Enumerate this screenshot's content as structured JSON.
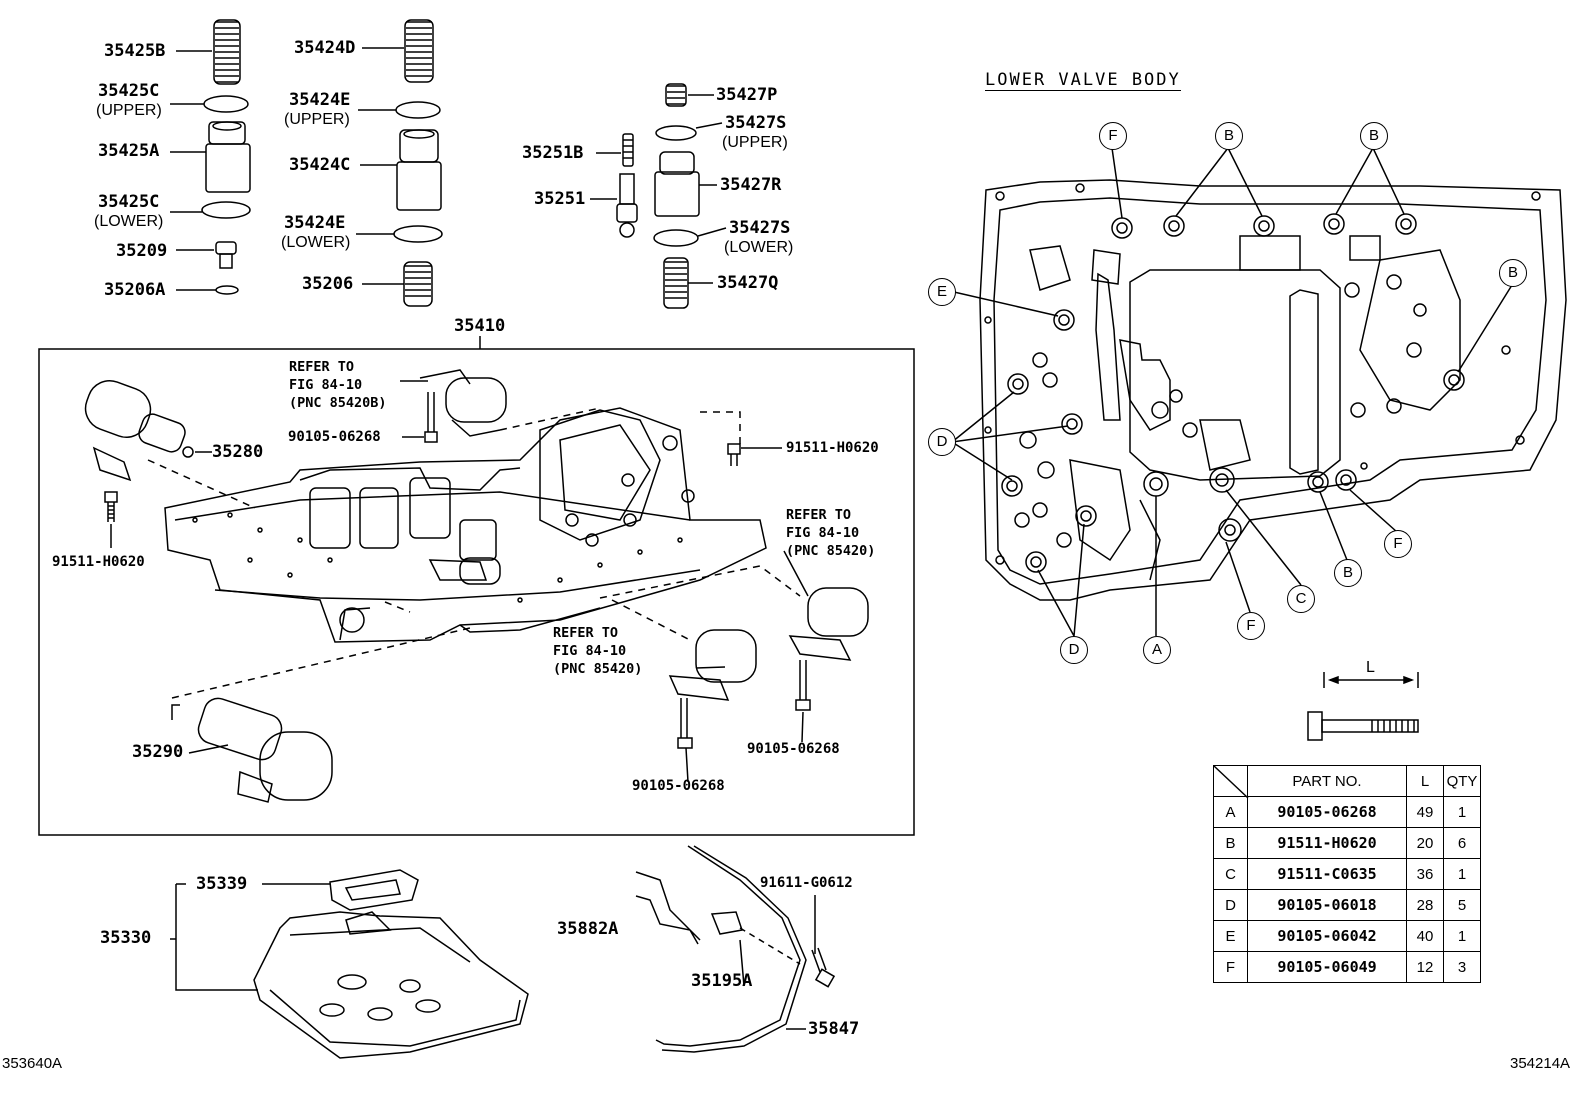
{
  "parts_left": {
    "p35425B": "35425B",
    "p35425C_u": "35425C",
    "p35425C_u_note": "(UPPER)",
    "p35425A": "35425A",
    "p35425C_l": "35425C",
    "p35425C_l_note": "(LOWER)",
    "p35209": "35209",
    "p35206A": "35206A",
    "p35424D": "35424D",
    "p35424E_u": "35424E",
    "p35424E_u_note": "(UPPER)",
    "p35424C": "35424C",
    "p35424E_l": "35424E",
    "p35424E_l_note": "(LOWER)",
    "p35206": "35206",
    "p35427P": "35427P",
    "p35427S_u": "35427S",
    "p35427S_u_note": "(UPPER)",
    "p35251B": "35251B",
    "p35427R": "35427R",
    "p35251": "35251",
    "p35427S_l": "35427S",
    "p35427S_l_note": "(LOWER)",
    "p35427Q": "35427Q"
  },
  "assembly": {
    "p35410": "35410",
    "p35280": "35280",
    "p91511_a": "91511-H0620",
    "p91511_b": "91511-H0620",
    "p90105_a": "90105-06268",
    "p90105_b": "90105-06268",
    "p90105_c": "90105-06268",
    "p35290": "35290",
    "ref1": [
      "REFER TO",
      "FIG 84-10",
      "(PNC 85420B)"
    ],
    "ref2": [
      "REFER TO",
      "FIG 84-10",
      "(PNC 85420)"
    ],
    "ref3": [
      "REFER TO",
      "FIG 84-10",
      "(PNC 85420)"
    ]
  },
  "bottom": {
    "p35339": "35339",
    "p35330": "35330",
    "p35882A": "35882A",
    "p35195A": "35195A",
    "p91611": "91611-G0612",
    "p35847": "35847"
  },
  "lower_valve_body": {
    "title": "LOWER VALVE BODY",
    "dim_label": "L",
    "callouts": [
      "F",
      "B",
      "B",
      "E",
      "B",
      "D",
      "B",
      "F",
      "C",
      "F",
      "D",
      "A"
    ],
    "table": {
      "headers": [
        "PART NO.",
        "L",
        "QTY"
      ],
      "rows": [
        {
          "key": "A",
          "part": "90105-06268",
          "l": "49",
          "qty": "1"
        },
        {
          "key": "B",
          "part": "91511-H0620",
          "l": "20",
          "qty": "6"
        },
        {
          "key": "C",
          "part": "91511-C0635",
          "l": "36",
          "qty": "1"
        },
        {
          "key": "D",
          "part": "90105-06018",
          "l": "28",
          "qty": "5"
        },
        {
          "key": "E",
          "part": "90105-06042",
          "l": "40",
          "qty": "1"
        },
        {
          "key": "F",
          "part": "90105-06049",
          "l": "12",
          "qty": "3"
        }
      ]
    }
  },
  "codes": {
    "left": "353640A",
    "right": "354214A"
  }
}
